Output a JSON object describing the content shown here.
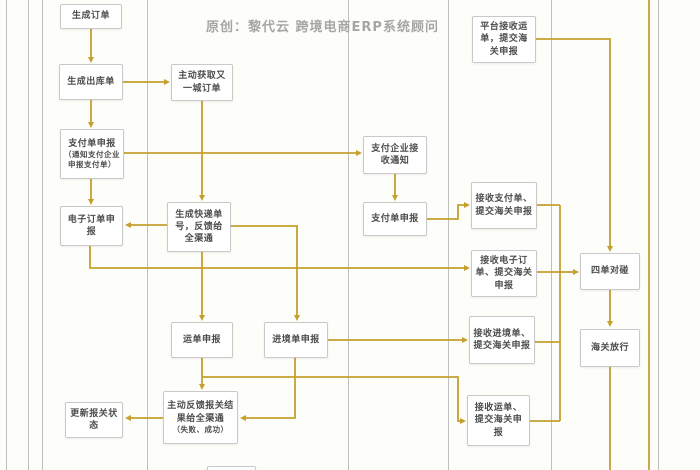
{
  "watermark": "原创：黎代云 跨境电商ERP系统顾问",
  "diagram": {
    "accent_color": "#c5a02e",
    "lane_line_color": "#ababab",
    "nodes": {
      "generate_order": {
        "label": "生成订单"
      },
      "generate_outbound": {
        "label": "生成出库单"
      },
      "payment_declare": {
        "label": "支付单申报",
        "sub": "（通知支付企业申报支付单）"
      },
      "e_order_declare": {
        "label": "电子订单申报"
      },
      "update_status": {
        "label": "更新报关状态"
      },
      "fetch_city_order": {
        "label": "主动获取又一城订单"
      },
      "gen_tracking": {
        "label": "生成快递单号，反馈给全渠通"
      },
      "waybill_declare": {
        "label": "运单申报"
      },
      "feedback_result": {
        "label": "主动反馈报关结果给全渠通",
        "sub": "（失败、成功）"
      },
      "entry_declare": {
        "label": "进境单申报"
      },
      "pay_enterprise_notice": {
        "label": "支付企业接收通知"
      },
      "payment_declare_2": {
        "label": "支付单申报"
      },
      "platform_receive_waybill": {
        "label": "平台接收运单，提交海关申报"
      },
      "receive_payment": {
        "label": "接收支付单、提交海关申报"
      },
      "receive_e_order": {
        "label": "接收电子订单、提交海关申报"
      },
      "receive_entry": {
        "label": "接收进境单、提交海关申报"
      },
      "receive_waybill": {
        "label": "接收运单、提交海关申报"
      },
      "four_match": {
        "label": "四单对碰"
      },
      "customs_release": {
        "label": "海关放行"
      }
    },
    "edges": [
      {
        "from": "generate_order",
        "to": "generate_outbound"
      },
      {
        "from": "generate_outbound",
        "to": "fetch_city_order"
      },
      {
        "from": "generate_outbound",
        "to": "payment_declare"
      },
      {
        "from": "payment_declare",
        "to": "e_order_declare"
      },
      {
        "from": "payment_declare",
        "to": "pay_enterprise_notice"
      },
      {
        "from": "fetch_city_order",
        "to": "gen_tracking"
      },
      {
        "from": "gen_tracking",
        "to": "e_order_declare"
      },
      {
        "from": "gen_tracking",
        "to": "waybill_declare"
      },
      {
        "from": "gen_tracking",
        "to": "entry_declare"
      },
      {
        "from": "e_order_declare",
        "to": "receive_e_order"
      },
      {
        "from": "waybill_declare",
        "to": "feedback_result"
      },
      {
        "from": "waybill_declare",
        "to": "receive_waybill"
      },
      {
        "from": "entry_declare",
        "to": "feedback_result"
      },
      {
        "from": "entry_declare",
        "to": "receive_entry"
      },
      {
        "from": "feedback_result",
        "to": "update_status"
      },
      {
        "from": "pay_enterprise_notice",
        "to": "payment_declare_2"
      },
      {
        "from": "payment_declare_2",
        "to": "receive_payment"
      },
      {
        "from": "receive_payment",
        "to": "four_match"
      },
      {
        "from": "receive_e_order",
        "to": "four_match"
      },
      {
        "from": "receive_entry",
        "to": "four_match"
      },
      {
        "from": "receive_waybill",
        "to": "four_match"
      },
      {
        "from": "platform_receive_waybill",
        "to": "four_match"
      },
      {
        "from": "four_match",
        "to": "customs_release"
      }
    ]
  }
}
